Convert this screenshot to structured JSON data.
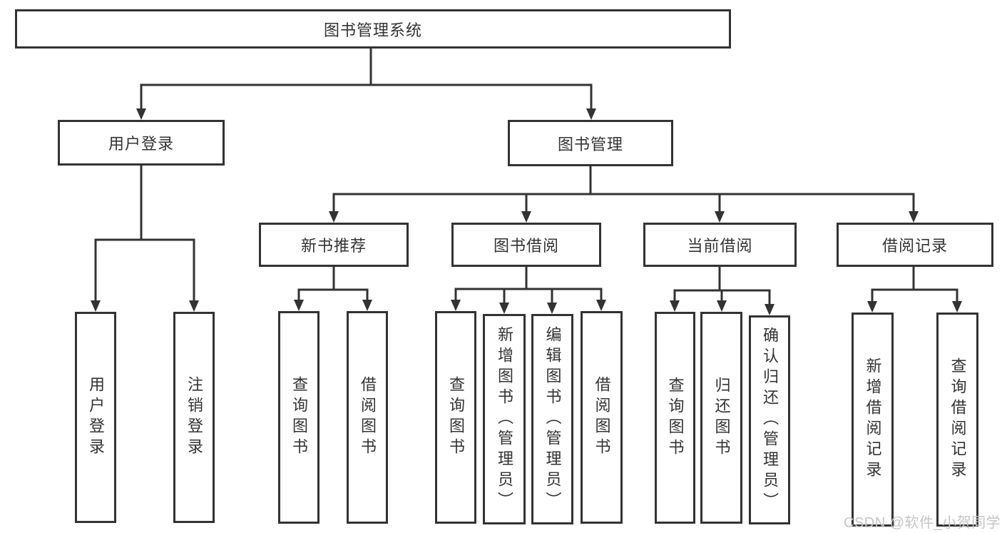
{
  "tree": {
    "label": "图书管理系统",
    "children": [
      {
        "label": "用户登录",
        "children": [
          {
            "label": "用户登录"
          },
          {
            "label": "注销登录"
          }
        ]
      },
      {
        "label": "图书管理",
        "children": [
          {
            "label": "新书推荐",
            "children": [
              {
                "label": "查询图书"
              },
              {
                "label": "借阅图书"
              }
            ]
          },
          {
            "label": "图书借阅",
            "children": [
              {
                "label": "查询图书"
              },
              {
                "label": "新增图书（管理员）"
              },
              {
                "label": "编辑图书（管理员）"
              },
              {
                "label": "借阅图书"
              }
            ]
          },
          {
            "label": "当前借阅",
            "children": [
              {
                "label": "查询图书"
              },
              {
                "label": "归还图书"
              },
              {
                "label": "确认归还（管理员）"
              }
            ]
          },
          {
            "label": "借阅记录",
            "children": [
              {
                "label": "新增借阅记录"
              },
              {
                "label": "查询借阅记录"
              }
            ]
          }
        ]
      }
    ]
  },
  "watermark": {
    "text": "CSDN @软件_小贺同学"
  },
  "colors": {
    "line": "#333333",
    "node_border": "#333333",
    "node_text": "#333333",
    "background": "#ffffff",
    "watermark": "#c6c6c6"
  }
}
